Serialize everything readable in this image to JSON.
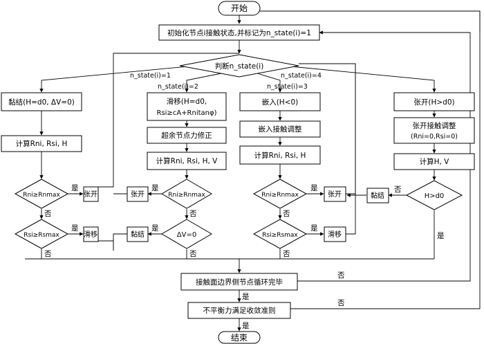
{
  "start": "开始",
  "init": "初始化节点i接触状态,并标记为n_state(i)=1",
  "judge": "判断n_state(i)",
  "branch_labels": {
    "b1": "n_state(i)=1",
    "b2": "n_state(i)=2",
    "b3": "n_state(i)=3",
    "b4": "n_state(i)=4"
  },
  "col1": {
    "state": "黏结(H=d0, ΔV=0)",
    "calc": "计算Rni, Rsi, H",
    "d1": "Rni≥Rnmax",
    "open": "张开",
    "d2": "Rsi≥Rsmax",
    "slide": "滑移"
  },
  "col2": {
    "state_l1": "滑移(H=d0,",
    "state_l2": "Rsi≥cA+Rnitanφ)",
    "fix": "超余节点力修正",
    "calc": "计算Rni, Rsi, H, V",
    "d1": "Rni≥Rnmax",
    "open": "张开",
    "d2": "ΔV=0",
    "stick": "黏结"
  },
  "col3": {
    "state": "嵌入(H<0)",
    "adjust": "嵌入接触调整",
    "calc": "计算Rni, Rsi, H",
    "d1": "Rni≥Rnmax",
    "open": "张开",
    "d2": "Rsi≥Rsmax",
    "slide": "滑移"
  },
  "col4": {
    "state": "张开(H>d0)",
    "adjust_l1": "张开接触调整",
    "adjust_l2": "(Rni=0,Rsi=0)",
    "calc": "计算H, V",
    "d1": "H>d0",
    "stick": "黏结"
  },
  "yes": "是",
  "no": "否",
  "loop1": "接触面边界侧节点循环完毕",
  "loop2": "不平衡力满足收敛准则",
  "end": "结束"
}
